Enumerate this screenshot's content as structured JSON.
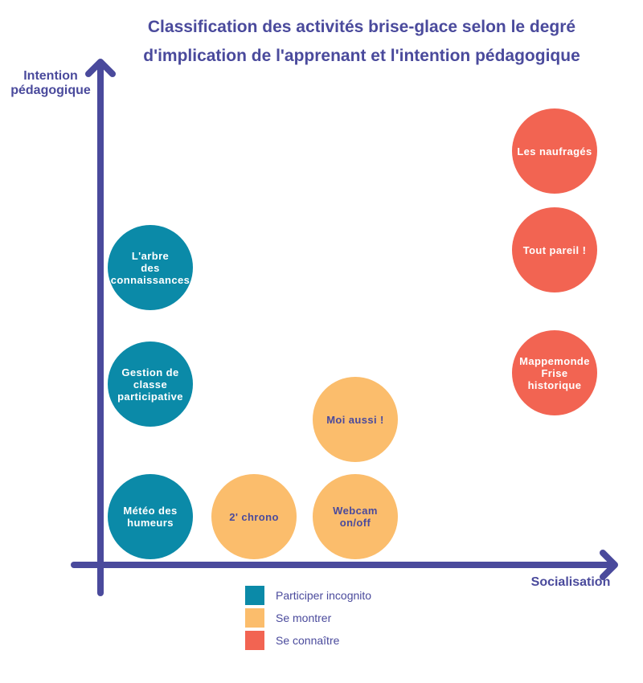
{
  "title": {
    "line1": "Classification des activités brise-glace selon le degré",
    "line2": "d'implication de l'apprenant et l'intention pédagogique"
  },
  "axes": {
    "y_label_line1": "Intention",
    "y_label_line2": "pédagogique",
    "x_label": "Socialisation",
    "color": "#4a4a9c"
  },
  "colors": {
    "incognito": "#0b8aa8",
    "montrer": "#fbbd6c",
    "connaitre": "#f26452"
  },
  "activities": {
    "arbre": {
      "line1": "L'arbre",
      "line2": "des",
      "line3": "connaissances",
      "category": "incognito"
    },
    "gestion": {
      "line1": "Gestion de",
      "line2": "classe",
      "line3": "participative",
      "category": "incognito"
    },
    "meteo": {
      "line1": "Météo des",
      "line2": "humeurs",
      "category": "incognito"
    },
    "chrono": {
      "line1": "2' chrono",
      "category": "montrer"
    },
    "moi_aussi": {
      "line1": "Moi aussi !",
      "category": "montrer"
    },
    "webcam": {
      "line1": "Webcam",
      "line2": "on/off",
      "category": "montrer"
    },
    "naufrages": {
      "line1": "Les naufragés",
      "category": "connaitre"
    },
    "tout_pareil": {
      "line1": "Tout pareil !",
      "category": "connaitre"
    },
    "mappemonde": {
      "line1": "Mappemonde",
      "line2": "Frise",
      "line3": "historique",
      "category": "connaitre"
    }
  },
  "legend": [
    {
      "label": "Participer incognito",
      "color": "#0b8aa8"
    },
    {
      "label": "Se montrer",
      "color": "#fbbd6c"
    },
    {
      "label": "Se connaître",
      "color": "#f26452"
    }
  ]
}
